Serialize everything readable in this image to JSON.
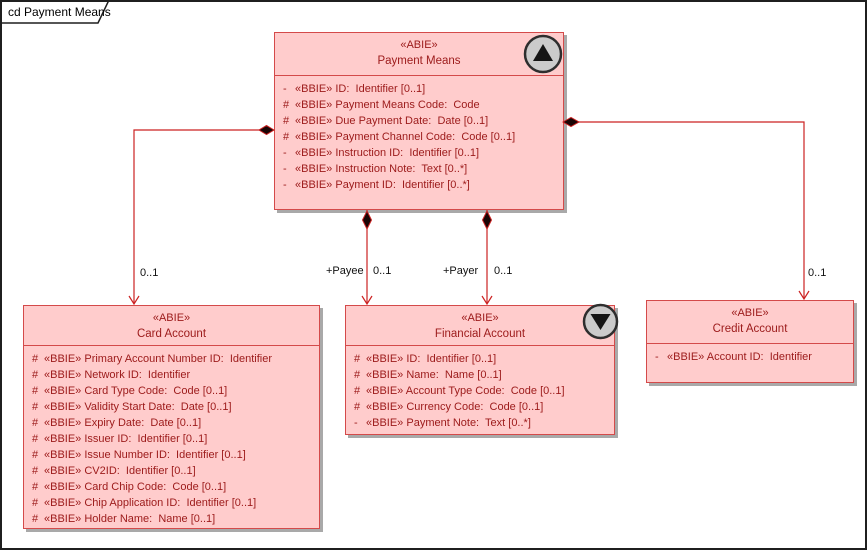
{
  "frame": {
    "label": "cd Payment Means"
  },
  "colors": {
    "box_fill": "#FFCCCC",
    "box_border": "#D44A4A",
    "box_text": "#9C1A1A",
    "connector_line": "#CC2222",
    "shadow": "#A9A9A9",
    "label_text": "#111111"
  },
  "classes": [
    {
      "id": "payment-means",
      "stereotype": "«ABIE»",
      "name": "Payment Means",
      "icon": "collapse-up-icon",
      "attributes": [
        {
          "vis": "-",
          "text": "«BBIE» ID:  Identifier [0..1]"
        },
        {
          "vis": "#",
          "text": "«BBIE» Payment Means Code:  Code"
        },
        {
          "vis": "#",
          "text": "«BBIE» Due Payment Date:  Date [0..1]"
        },
        {
          "vis": "#",
          "text": "«BBIE» Payment Channel Code:  Code [0..1]"
        },
        {
          "vis": "-",
          "text": "«BBIE» Instruction ID:  Identifier [0..1]"
        },
        {
          "vis": "-",
          "text": "«BBIE» Instruction Note:  Text [0..*]"
        },
        {
          "vis": "-",
          "text": "«BBIE» Payment ID:  Identifier [0..*]"
        }
      ]
    },
    {
      "id": "card-account",
      "stereotype": "«ABIE»",
      "name": "Card Account",
      "icon": null,
      "attributes": [
        {
          "vis": "#",
          "text": "«BBIE» Primary Account Number ID:  Identifier"
        },
        {
          "vis": "#",
          "text": "«BBIE» Network ID:  Identifier"
        },
        {
          "vis": "#",
          "text": "«BBIE» Card Type Code:  Code [0..1]"
        },
        {
          "vis": "#",
          "text": "«BBIE» Validity Start Date:  Date [0..1]"
        },
        {
          "vis": "#",
          "text": "«BBIE» Expiry Date:  Date [0..1]"
        },
        {
          "vis": "#",
          "text": "«BBIE» Issuer ID:  Identifier [0..1]"
        },
        {
          "vis": "#",
          "text": "«BBIE» Issue Number ID:  Identifier [0..1]"
        },
        {
          "vis": "#",
          "text": "«BBIE» CV2ID:  Identifier [0..1]"
        },
        {
          "vis": "#",
          "text": "«BBIE» Card Chip Code:  Code [0..1]"
        },
        {
          "vis": "#",
          "text": "«BBIE» Chip Application ID:  Identifier [0..1]"
        },
        {
          "vis": "#",
          "text": "«BBIE» Holder Name:  Name [0..1]"
        }
      ]
    },
    {
      "id": "financial-account",
      "stereotype": "«ABIE»",
      "name": "Financial Account",
      "icon": "collapse-down-icon",
      "attributes": [
        {
          "vis": "#",
          "text": "«BBIE» ID:  Identifier [0..1]"
        },
        {
          "vis": "#",
          "text": "«BBIE» Name:  Name [0..1]"
        },
        {
          "vis": "#",
          "text": "«BBIE» Account Type Code:  Code [0..1]"
        },
        {
          "vis": "#",
          "text": "«BBIE» Currency Code:  Code [0..1]"
        },
        {
          "vis": "-",
          "text": "«BBIE» Payment Note:  Text [0..*]"
        }
      ]
    },
    {
      "id": "credit-account",
      "stereotype": "«ABIE»",
      "name": "Credit Account",
      "icon": null,
      "attributes": [
        {
          "vis": "-",
          "text": "«BBIE» Account ID:  Identifier"
        }
      ]
    }
  ],
  "connectors": [
    {
      "name": "payment-means-to-card-account",
      "type": "composition",
      "target_multiplicity": "0..1"
    },
    {
      "name": "payment-means-to-financial-account-payee",
      "type": "composition",
      "role": "+Payee",
      "target_multiplicity": "0..1"
    },
    {
      "name": "payment-means-to-financial-account-payer",
      "type": "composition",
      "role": "+Payer",
      "target_multiplicity": "0..1"
    },
    {
      "name": "payment-means-to-credit-account",
      "type": "composition",
      "target_multiplicity": "0..1"
    }
  ]
}
